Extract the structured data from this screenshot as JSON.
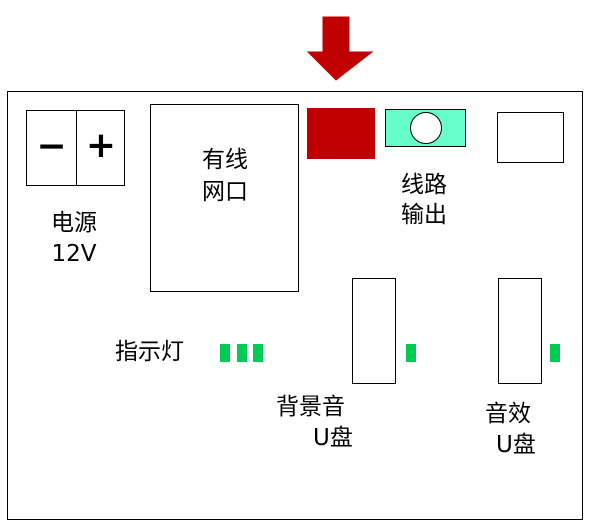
{
  "colors": {
    "arrow": "#c00000",
    "red_block": "#c00000",
    "teal_block": "#66ffcc",
    "led": "#00cc55",
    "outline": "#000000"
  },
  "icons": {
    "arrow": "down-arrow-icon",
    "minus": "minus-sign",
    "plus": "plus-sign",
    "jack": "circle-jack"
  },
  "power": {
    "minus": "−",
    "plus": "+",
    "label_line1": "电源",
    "label_line2": "12V"
  },
  "ethernet": {
    "label_line1": "有线",
    "label_line2": "网口"
  },
  "line_out": {
    "label_line1": "线路",
    "label_line2": "输出"
  },
  "indicator": {
    "label": "指示灯",
    "led_count": 3
  },
  "bgm_usb": {
    "label_line1": "背景音",
    "label_line2": "U盘"
  },
  "sfx_usb": {
    "label_line1": "音效",
    "label_line2": "U盘"
  }
}
